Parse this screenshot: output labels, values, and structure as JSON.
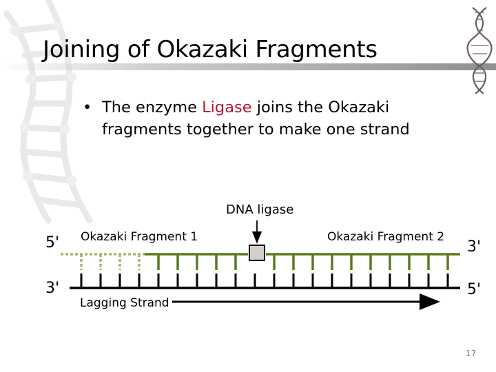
{
  "slide": {
    "title": "Joining of Okazaki Fragments",
    "bullet_prefix": "The enzyme ",
    "bullet_highlight": "Ligase",
    "bullet_suffix": " joins the Okazaki fragments together to make one strand",
    "highlight_color": "#b8182e",
    "page_number": "17"
  },
  "diagram": {
    "ligase_label": "DNA ligase",
    "fragment1_label": "Okazaki Fragment 1",
    "fragment2_label": "Okazaki Fragment 2",
    "lagging_strand_label": "Lagging Strand",
    "top_left_end": "5'",
    "bottom_left_end": "3'",
    "top_right_end": "3'",
    "bottom_right_end": "5'",
    "fragment_color": "#5a7a1e",
    "primer_color": "#9dbb63",
    "ligase_box_color": "#d4d0c8"
  }
}
